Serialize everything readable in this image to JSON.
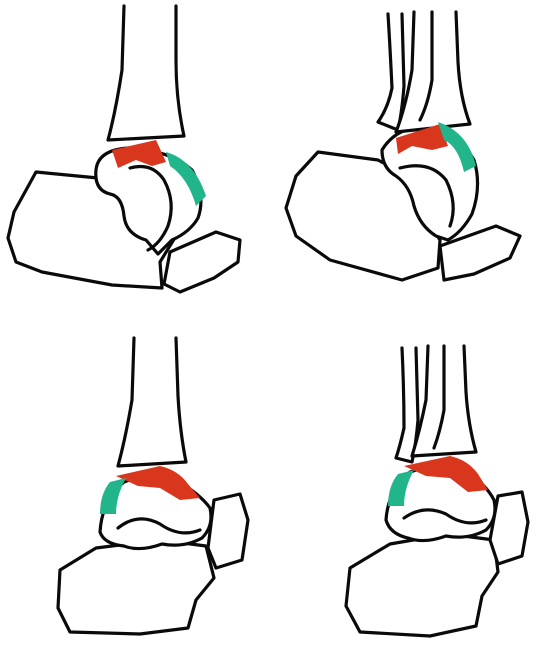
{
  "colors": {
    "outline": "#0a0a0a",
    "background": "#ffffff",
    "red_region": "#d9361e",
    "green_region": "#22b58c"
  },
  "panels": [
    {
      "position": "top-left",
      "view": "ankle-lateral",
      "highlights": [
        "red-region",
        "green-region"
      ]
    },
    {
      "position": "top-right",
      "view": "ankle-lateral",
      "highlights": [
        "red-region",
        "green-region"
      ]
    },
    {
      "position": "bottom-left",
      "view": "ankle-lateral",
      "highlights": [
        "red-region",
        "green-region"
      ]
    },
    {
      "position": "bottom-right",
      "view": "ankle-lateral",
      "highlights": [
        "red-region",
        "green-region"
      ]
    }
  ]
}
